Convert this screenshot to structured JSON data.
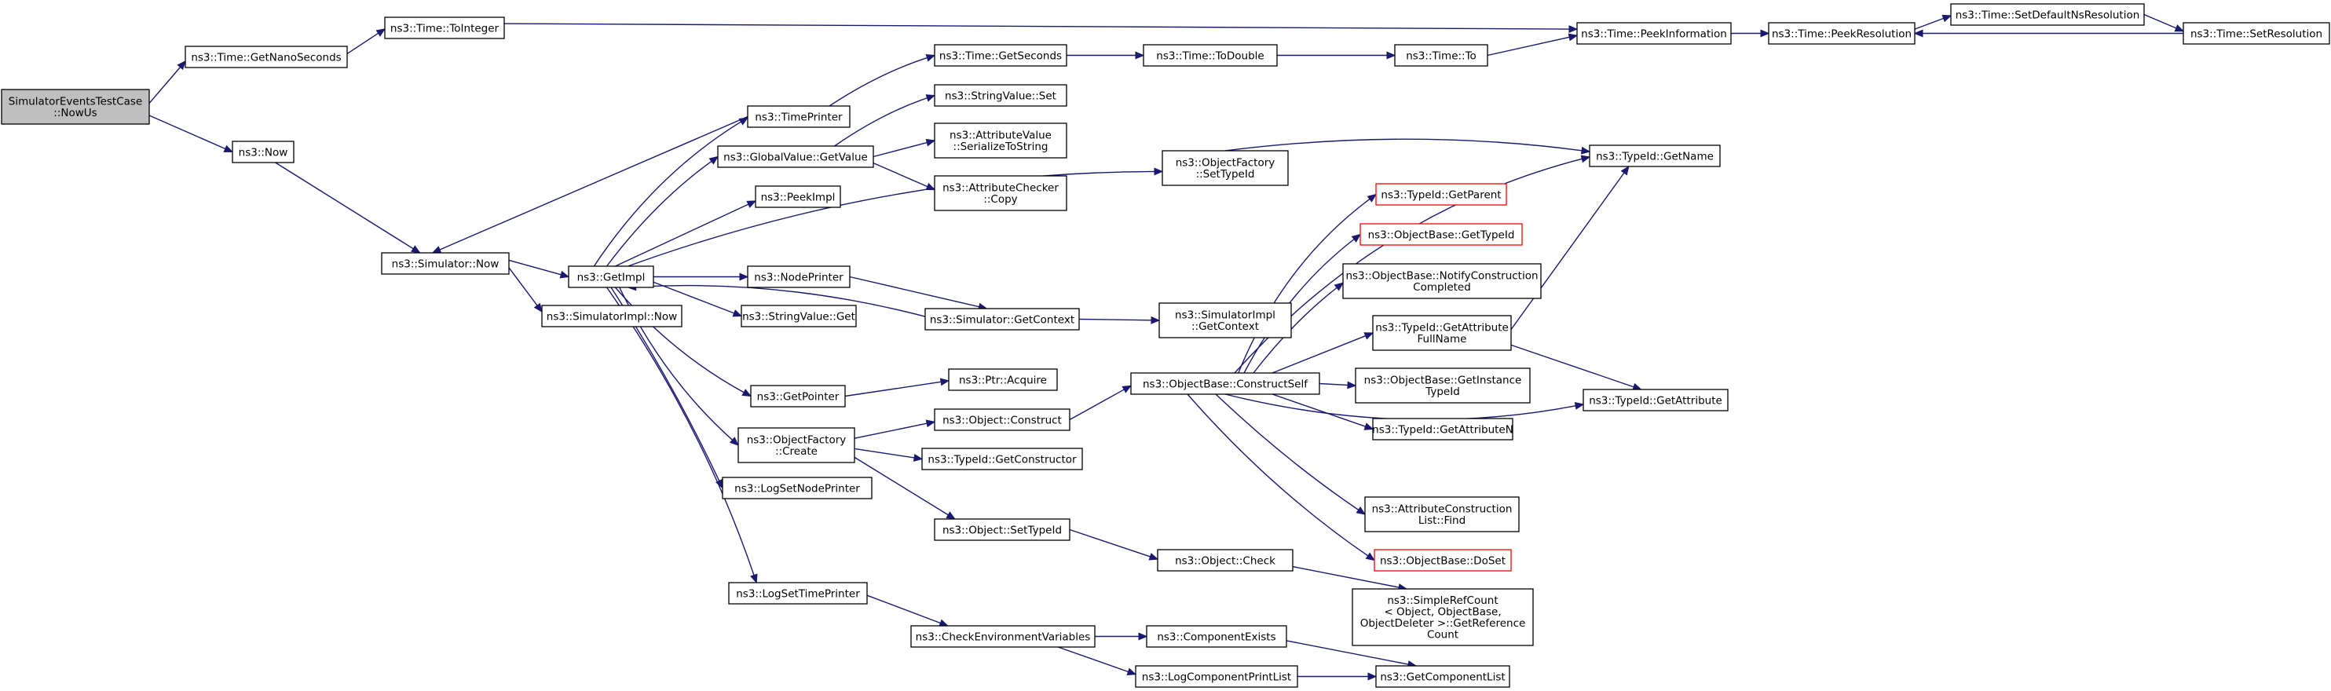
{
  "graph": {
    "title": "",
    "nodes": [
      {
        "id": "root",
        "lines": [
          "SimulatorEventsTestCase",
          "::NowUs"
        ],
        "style": "start"
      },
      {
        "id": "getNano",
        "lines": [
          "ns3::Time::GetNanoSeconds"
        ],
        "style": "normal"
      },
      {
        "id": "toInteger",
        "lines": [
          "ns3::Time::ToInteger"
        ],
        "style": "normal"
      },
      {
        "id": "peekInfo",
        "lines": [
          "ns3::Time::PeekInformation"
        ],
        "style": "normal"
      },
      {
        "id": "peekRes",
        "lines": [
          "ns3::Time::PeekResolution"
        ],
        "style": "normal"
      },
      {
        "id": "setDefRes",
        "lines": [
          "ns3::Time::SetDefaultNsResolution"
        ],
        "style": "normal"
      },
      {
        "id": "setRes",
        "lines": [
          "ns3::Time::SetResolution"
        ],
        "style": "normal"
      },
      {
        "id": "now",
        "lines": [
          "ns3::Now"
        ],
        "style": "normal"
      },
      {
        "id": "simNow",
        "lines": [
          "ns3::Simulator::Now"
        ],
        "style": "normal"
      },
      {
        "id": "getImpl",
        "lines": [
          "ns3::GetImpl"
        ],
        "style": "normal"
      },
      {
        "id": "simImplNow",
        "lines": [
          "ns3::SimulatorImpl::Now"
        ],
        "style": "normal"
      },
      {
        "id": "timePrinter",
        "lines": [
          "ns3::TimePrinter"
        ],
        "style": "normal"
      },
      {
        "id": "gvGetValue",
        "lines": [
          "ns3::GlobalValue::GetValue"
        ],
        "style": "normal"
      },
      {
        "id": "peekImpl",
        "lines": [
          "ns3::PeekImpl"
        ],
        "style": "normal"
      },
      {
        "id": "nodePrinter",
        "lines": [
          "ns3::NodePrinter"
        ],
        "style": "normal"
      },
      {
        "id": "svGet",
        "lines": [
          "ns3::StringValue::Get"
        ],
        "style": "normal"
      },
      {
        "id": "getPointer",
        "lines": [
          "ns3::GetPointer"
        ],
        "style": "normal"
      },
      {
        "id": "ofCreate",
        "lines": [
          "ns3::ObjectFactory",
          "::Create"
        ],
        "style": "normal"
      },
      {
        "id": "logSetNode",
        "lines": [
          "ns3::LogSetNodePrinter"
        ],
        "style": "normal"
      },
      {
        "id": "logSetTime",
        "lines": [
          "ns3::LogSetTimePrinter"
        ],
        "style": "normal"
      },
      {
        "id": "getSeconds",
        "lines": [
          "ns3::Time::GetSeconds"
        ],
        "style": "normal"
      },
      {
        "id": "svSet",
        "lines": [
          "ns3::StringValue::Set"
        ],
        "style": "normal"
      },
      {
        "id": "avSerialize",
        "lines": [
          "ns3::AttributeValue",
          "::SerializeToString"
        ],
        "style": "normal"
      },
      {
        "id": "acCopy",
        "lines": [
          "ns3::AttributeChecker",
          "::Copy"
        ],
        "style": "normal"
      },
      {
        "id": "simGetContext",
        "lines": [
          "ns3::Simulator::GetContext"
        ],
        "style": "normal"
      },
      {
        "id": "ptrAcquire",
        "lines": [
          "ns3::Ptr::Acquire"
        ],
        "style": "normal"
      },
      {
        "id": "objConstruct",
        "lines": [
          "ns3::Object::Construct"
        ],
        "style": "normal"
      },
      {
        "id": "tidGetCtor",
        "lines": [
          "ns3::TypeId::GetConstructor"
        ],
        "style": "normal"
      },
      {
        "id": "objSetTid",
        "lines": [
          "ns3::Object::SetTypeId"
        ],
        "style": "normal"
      },
      {
        "id": "checkEnv",
        "lines": [
          "ns3::CheckEnvironmentVariables"
        ],
        "style": "normal"
      },
      {
        "id": "toDouble",
        "lines": [
          "ns3::Time::ToDouble"
        ],
        "style": "normal"
      },
      {
        "id": "timeTo",
        "lines": [
          "ns3::Time::To"
        ],
        "style": "normal"
      },
      {
        "id": "ofSetTid",
        "lines": [
          "ns3::ObjectFactory",
          "::SetTypeId"
        ],
        "style": "normal"
      },
      {
        "id": "simImplGetCtx",
        "lines": [
          "ns3::SimulatorImpl",
          "::GetContext"
        ],
        "style": "normal"
      },
      {
        "id": "obConstructSelf",
        "lines": [
          "ns3::ObjectBase::ConstructSelf"
        ],
        "style": "normal"
      },
      {
        "id": "objCheck",
        "lines": [
          "ns3::Object::Check"
        ],
        "style": "normal"
      },
      {
        "id": "compExists",
        "lines": [
          "ns3::ComponentExists"
        ],
        "style": "normal"
      },
      {
        "id": "logCompPrint",
        "lines": [
          "ns3::LogComponentPrintList"
        ],
        "style": "normal"
      },
      {
        "id": "tidGetParent",
        "lines": [
          "ns3::TypeId::GetParent"
        ],
        "style": "truncated"
      },
      {
        "id": "obGetTid",
        "lines": [
          "ns3::ObjectBase::GetTypeId"
        ],
        "style": "truncated"
      },
      {
        "id": "obNotify",
        "lines": [
          "ns3::ObjectBase::NotifyConstruction",
          "Completed"
        ],
        "style": "normal"
      },
      {
        "id": "tidGetAttrFull",
        "lines": [
          "ns3::TypeId::GetAttribute",
          "FullName"
        ],
        "style": "normal"
      },
      {
        "id": "obGetInstTid",
        "lines": [
          "ns3::ObjectBase::GetInstance",
          "TypeId"
        ],
        "style": "normal"
      },
      {
        "id": "tidGetAttrN",
        "lines": [
          "ns3::TypeId::GetAttributeN"
        ],
        "style": "normal"
      },
      {
        "id": "acListFind",
        "lines": [
          "ns3::AttributeConstruction",
          "List::Find"
        ],
        "style": "normal"
      },
      {
        "id": "obDoSet",
        "lines": [
          "ns3::ObjectBase::DoSet"
        ],
        "style": "truncated"
      },
      {
        "id": "srcGetRef",
        "lines": [
          "ns3::SimpleRefCount",
          "< Object, ObjectBase,",
          "ObjectDeleter >::GetReference",
          "Count"
        ],
        "style": "normal"
      },
      {
        "id": "getCompList",
        "lines": [
          "ns3::GetComponentList"
        ],
        "style": "normal"
      },
      {
        "id": "tidGetName",
        "lines": [
          "ns3::TypeId::GetName"
        ],
        "style": "normal"
      },
      {
        "id": "tidGetAttr",
        "lines": [
          "ns3::TypeId::GetAttribute"
        ],
        "style": "normal"
      }
    ]
  }
}
